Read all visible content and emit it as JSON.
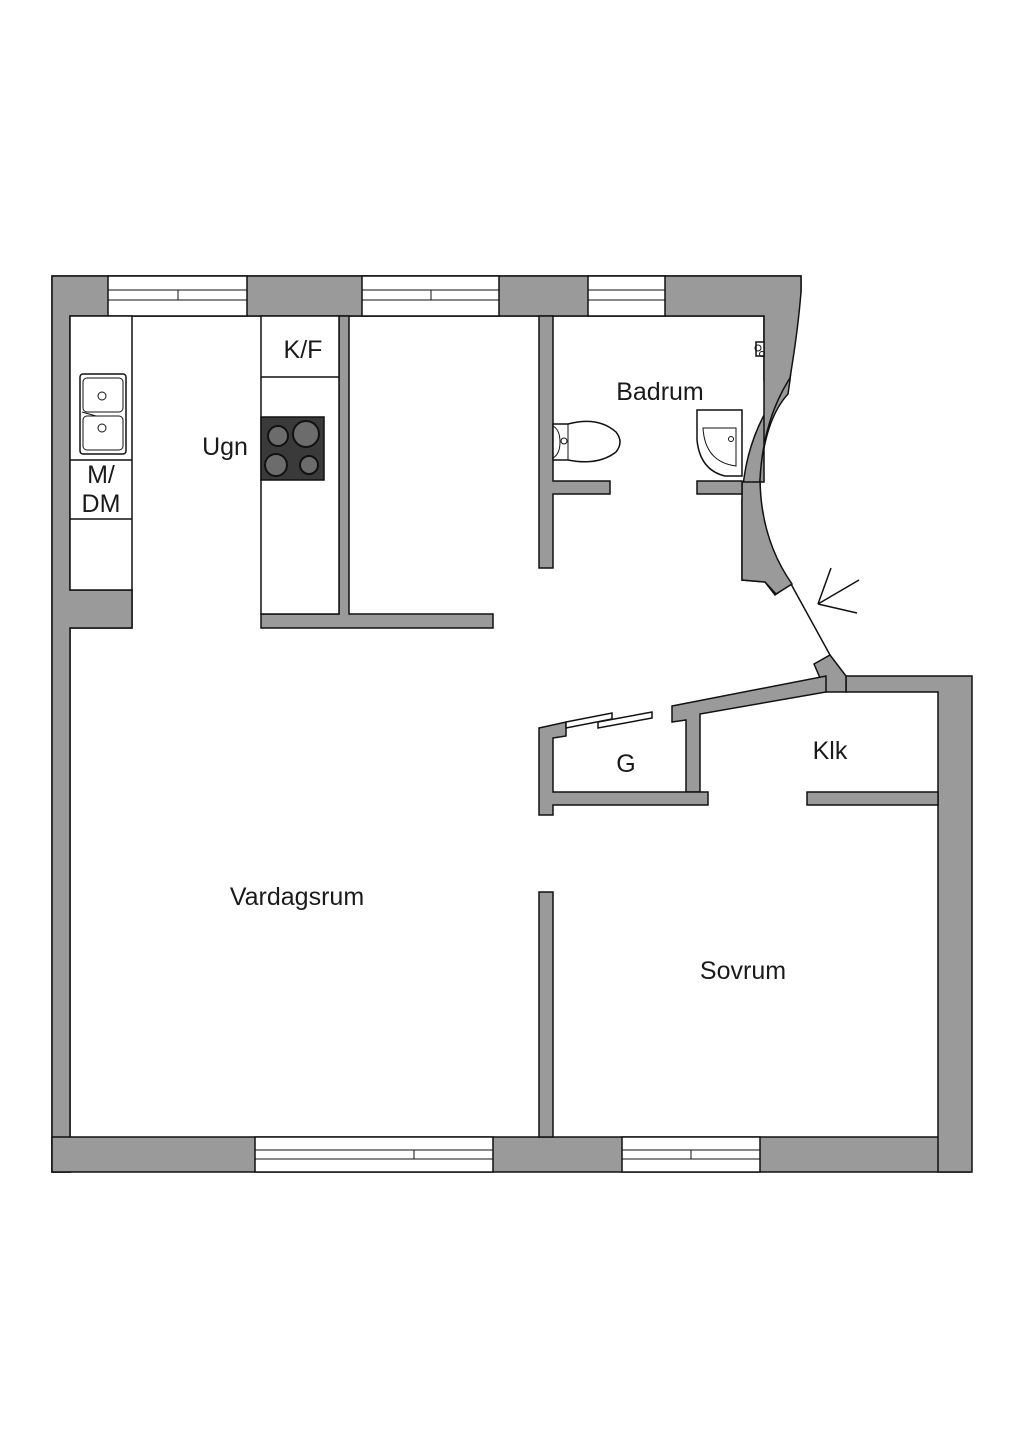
{
  "labels": {
    "kf": "K/F",
    "ugn": "Ugn",
    "m": "M/",
    "dm": "DM",
    "badrum": "Badrum",
    "g": "G",
    "klk": "Klk",
    "vardagsrum": "Vardagsrum",
    "sovrum": "Sovrum"
  },
  "colors": {
    "wall": "#9a9a9a",
    "line": "#111111",
    "stove": "#3a3a3a"
  }
}
